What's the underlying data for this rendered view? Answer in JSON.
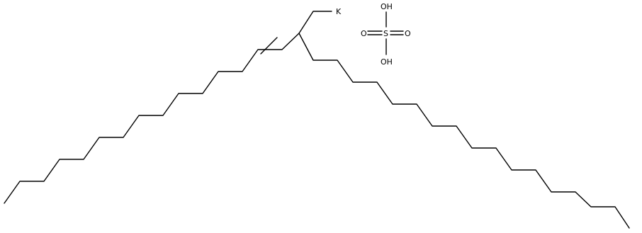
{
  "diagram": {
    "type": "skeletal-formula",
    "line_color": "#000000",
    "background": "#ffffff"
  },
  "labels": {
    "potassium": "K",
    "sulfur": "S",
    "oxygen_top": "O",
    "oxygen_left": "O",
    "oxygen_right": "O",
    "oh_top": "OH",
    "oh_bottom": "OH"
  }
}
